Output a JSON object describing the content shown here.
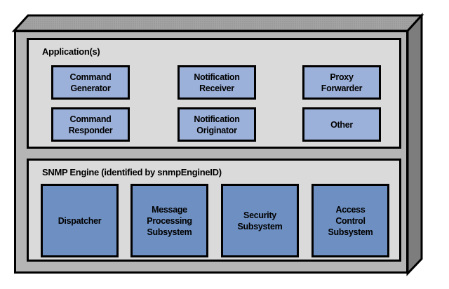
{
  "figure": {
    "name": "SNMP entity architecture block diagram",
    "colors": {
      "page_bg": "#ffffff",
      "front_face": "#b5b5b5",
      "top_face": "#a4a4a4",
      "top_face_dots": "#8e8e8e",
      "side_face": "#7d7d7d",
      "panel_bg": "#dadada",
      "application_box_fill": "#9cb1da",
      "engine_box_fill": "#6d8fc1",
      "border": "#000000",
      "text": "#000000"
    },
    "applications": {
      "title": "Application(s)",
      "boxes": [
        {
          "label": "Command\nGenerator"
        },
        {
          "label": "Notification\nReceiver"
        },
        {
          "label": "Proxy\nForwarder"
        },
        {
          "label": "Command\nResponder"
        },
        {
          "label": "Notification\nOriginator"
        },
        {
          "label": "Other"
        }
      ]
    },
    "engine": {
      "title": "SNMP Engine (identified by snmpEngineID)",
      "boxes": [
        {
          "label": "Dispatcher"
        },
        {
          "label": "Message\nProcessing\nSubsystem"
        },
        {
          "label": "Security\nSubsystem"
        },
        {
          "label": "Access\nControl\nSubsystem"
        }
      ]
    }
  }
}
